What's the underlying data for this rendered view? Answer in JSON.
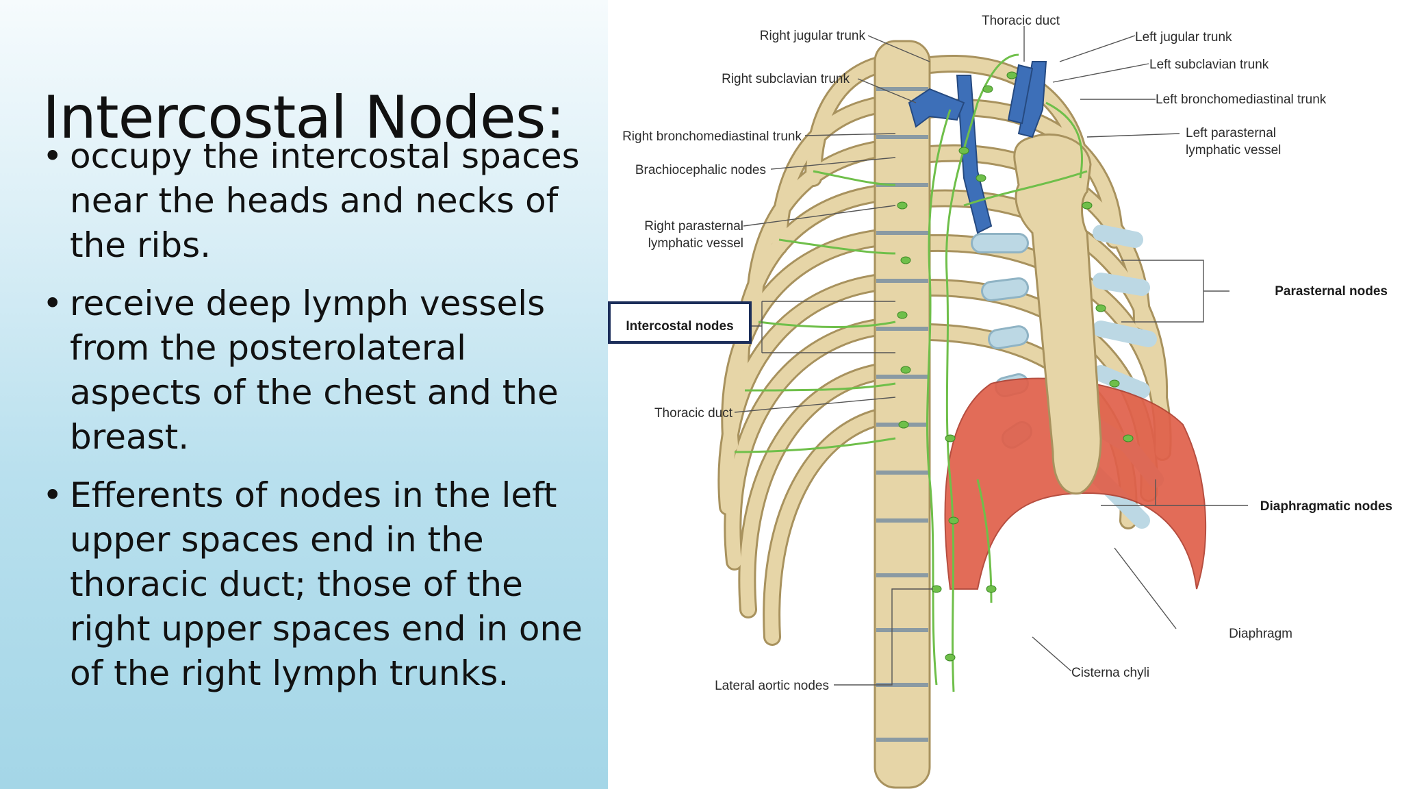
{
  "slide": {
    "title": "Intercostal Nodes:",
    "bullets": [
      "occupy the intercostal spaces near the heads and necks of the ribs.",
      "receive deep lymph vessels from the posterolateral aspects of the chest and the breast.",
      "Efferents of nodes in the left upper spaces end in the thoracic duct; those of the right upper spaces end in one of the right lymph trunks."
    ],
    "bullet_glyph": "•"
  },
  "figure": {
    "labels": {
      "thoracic_duct_top": "Thoracic duct",
      "right_jugular_trunk": "Right jugular trunk",
      "left_jugular_trunk": "Left jugular trunk",
      "right_subclavian_trunk": "Right subclavian trunk",
      "left_subclavian_trunk": "Left subclavian trunk",
      "left_bronchomediastinal_trunk": "Left bronchomediastinal trunk",
      "right_bronchomediastinal_trunk": "Right bronchomediastinal trunk",
      "left_parasternal_vessel_1": "Left parasternal",
      "left_parasternal_vessel_2": "lymphatic vessel",
      "brachiocephalic_nodes": "Brachiocephalic nodes",
      "right_parasternal_vessel_1": "Right parasternal",
      "right_parasternal_vessel_2": "lymphatic vessel",
      "parasternal_nodes": "Parasternal nodes",
      "intercostal_nodes": "Intercostal nodes",
      "thoracic_duct_mid": "Thoracic duct",
      "diaphragmatic_nodes": "Diaphragmatic nodes",
      "diaphragm": "Diaphragm",
      "cisterna_chyli": "Cisterna chyli",
      "lateral_aortic_nodes": "Lateral aortic nodes"
    },
    "colors": {
      "bone": "#e6d5a7",
      "bone_outline": "#a8925e",
      "vein": "#3d6fb8",
      "lymph": "#6fbf4a",
      "cartilage": "#bcd8e4",
      "diaphragm": "#e0604a",
      "highlight_box": "#1c2e5a"
    }
  }
}
